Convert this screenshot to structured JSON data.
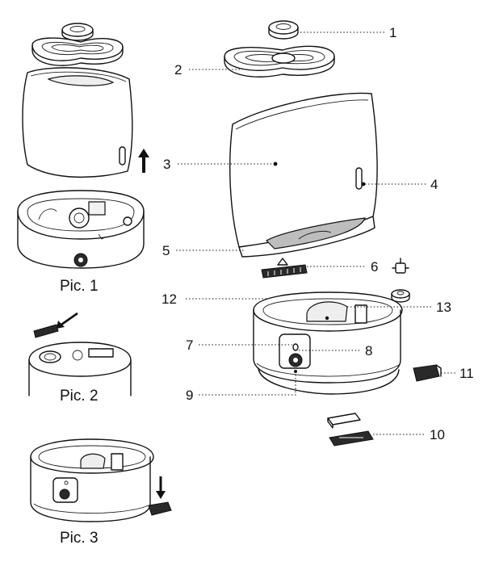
{
  "figures": {
    "pic1": "Pic. 1",
    "pic2": "Pic. 2",
    "pic3": "Pic. 3"
  },
  "callouts": [
    "1",
    "2",
    "3",
    "4",
    "5",
    "6",
    "7",
    "8",
    "9",
    "10",
    "11",
    "12",
    "13"
  ],
  "colors": {
    "line": "#111111",
    "background": "#ffffff",
    "shade": "#d8d8d8"
  }
}
